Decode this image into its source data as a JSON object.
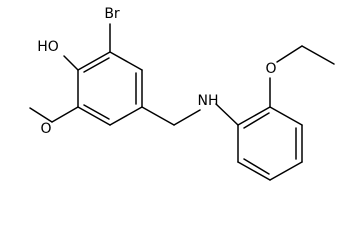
{
  "molecule": {
    "atoms": {
      "br": "Br",
      "ho": "HO",
      "methoxy_o": "O",
      "amine": "NH",
      "ethoxy_o": "O"
    }
  },
  "colors": {
    "bond": "#000000",
    "text": "#000000",
    "background": "#ffffff"
  }
}
